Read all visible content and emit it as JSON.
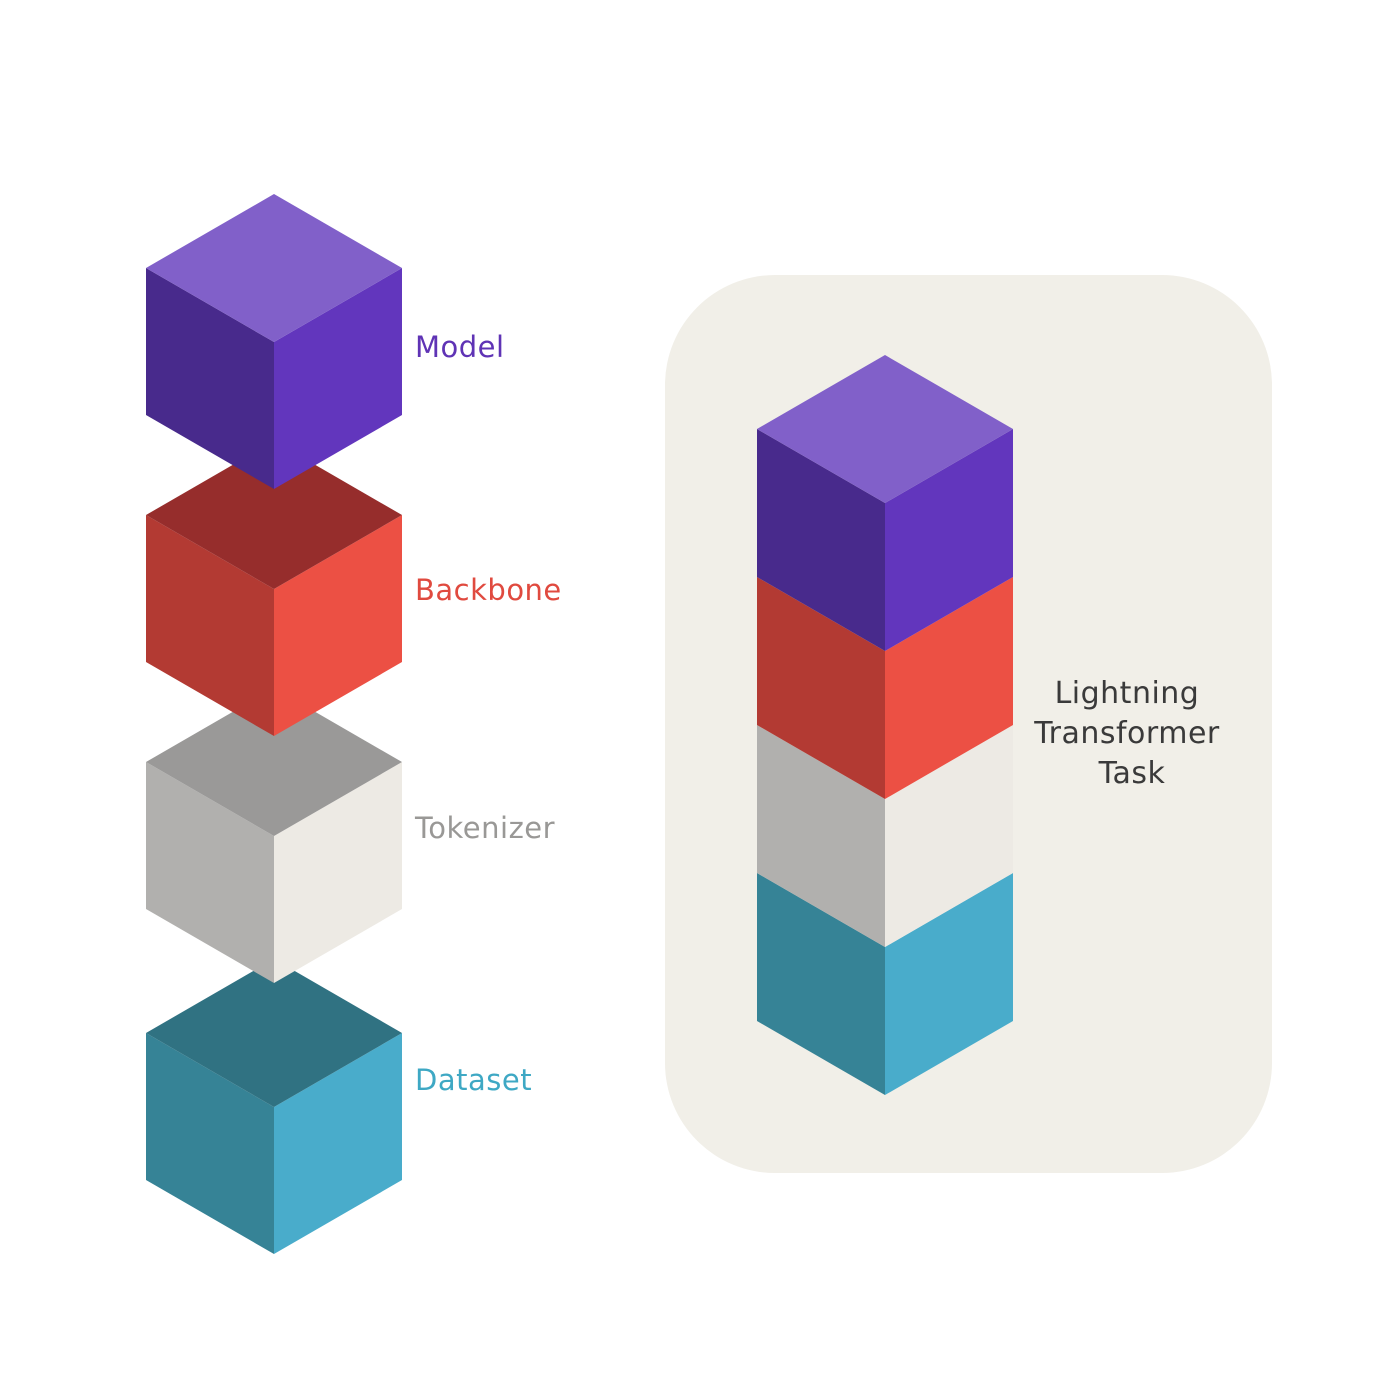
{
  "blocks": [
    {
      "id": "model",
      "label": "Model",
      "label_color": "#5f33b5",
      "colors": {
        "top": "#8160c9",
        "left": "#482a8c",
        "right": "#6236bd"
      }
    },
    {
      "id": "backbone",
      "label": "Backbone",
      "label_color": "#e04a3f",
      "colors": {
        "top": "#962d2c",
        "left": "#b33a33",
        "right": "#ec5044"
      }
    },
    {
      "id": "tokenizer",
      "label": "Tokenizer",
      "label_color": "#999896",
      "colors": {
        "top": "#9a9998",
        "left": "#b1b0ae",
        "right": "#edeae4"
      }
    },
    {
      "id": "dataset",
      "label": "Dataset",
      "label_color": "#3ea8c4",
      "colors": {
        "top": "#307282",
        "left": "#368396",
        "right": "#49accb"
      }
    }
  ],
  "stack": {
    "caption_lines": [
      "Lightning",
      "Transformer",
      "Task"
    ],
    "panel_color": "#f1efe8",
    "caption_color": "#3a3a3a"
  }
}
